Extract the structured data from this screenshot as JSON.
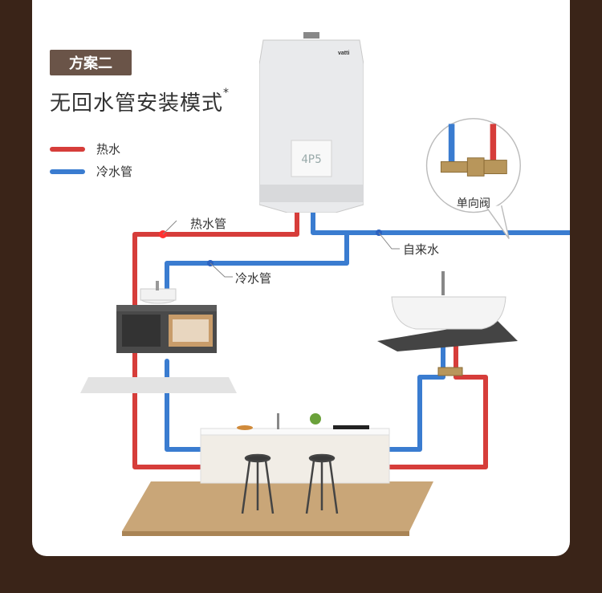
{
  "badge": {
    "label": "方案二"
  },
  "title": {
    "main": "无回水管安装模式",
    "mark": "*"
  },
  "legend": [
    {
      "label": "热水",
      "color": "#d63d3a"
    },
    {
      "label": "冷水管",
      "color": "#3a7cd0"
    }
  ],
  "heater": {
    "brand": "vatti",
    "display": "4P5"
  },
  "labels": {
    "hot_pipe": "热水管",
    "cold_pipe": "冷水管",
    "tap_water": "自来水",
    "check_valve": "单向阀"
  },
  "colors": {
    "hot": "#d63d3a",
    "cold": "#3a7cd0",
    "badge": "#6a5448",
    "frame": "#3a2418"
  }
}
